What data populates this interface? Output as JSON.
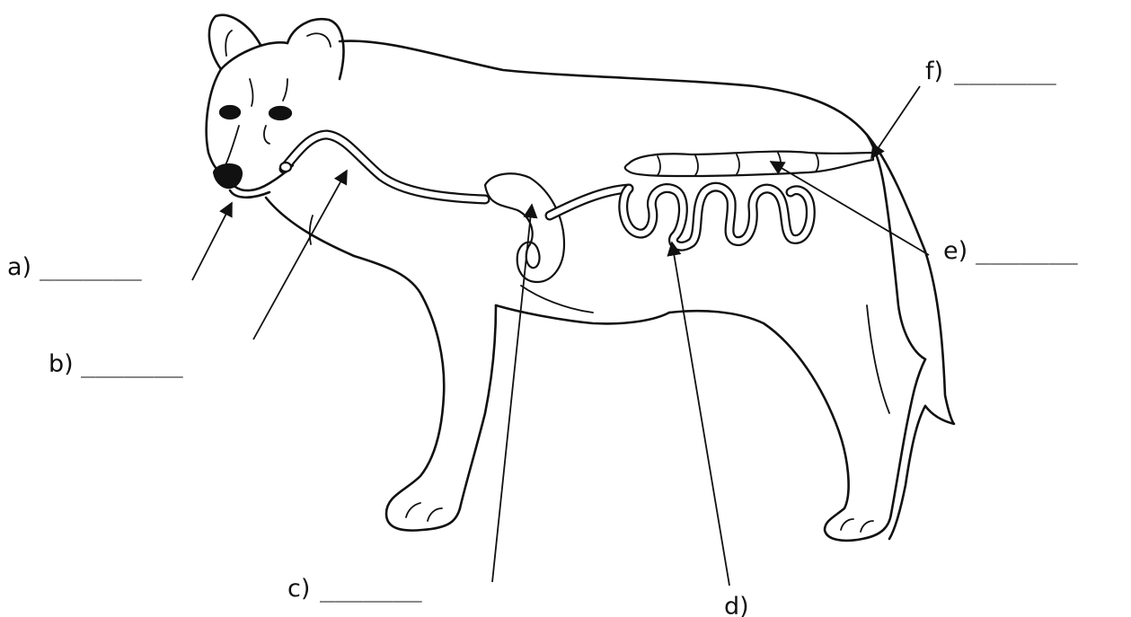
{
  "labels": [
    {
      "id": "a",
      "letter": "a)",
      "blank": "_______"
    },
    {
      "id": "b",
      "letter": "b)",
      "blank": "_______"
    },
    {
      "id": "c",
      "letter": "c)",
      "blank": "_______"
    },
    {
      "id": "d",
      "letter": "d)",
      "blank": "________"
    },
    {
      "id": "e",
      "letter": "e)",
      "blank": "_______"
    },
    {
      "id": "f",
      "letter": "f)",
      "blank": "_______"
    }
  ]
}
